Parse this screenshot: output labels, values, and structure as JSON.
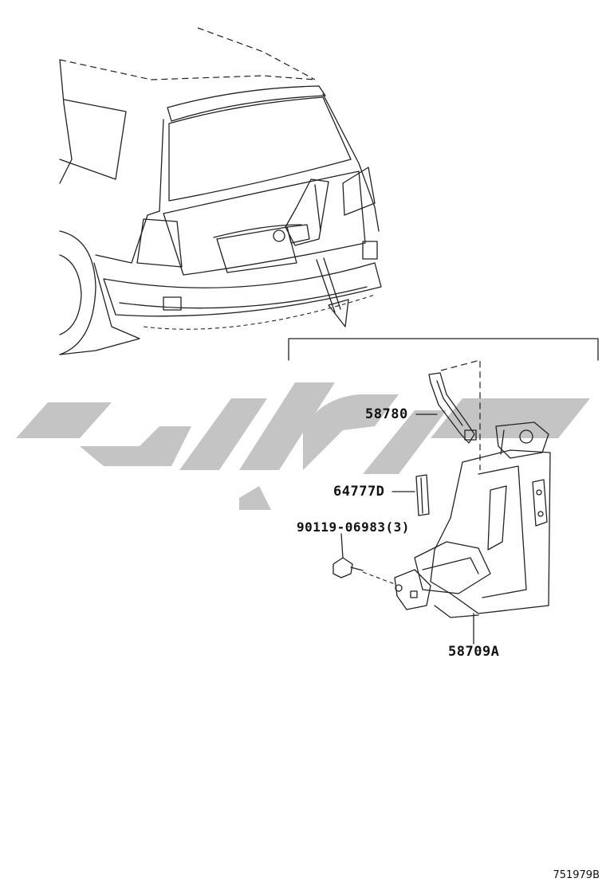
{
  "parts": [
    {
      "id": "p1",
      "label": "58780"
    },
    {
      "id": "p2",
      "label": "64777D"
    },
    {
      "id": "p3",
      "label": "90119-06983(3)"
    },
    {
      "id": "p4",
      "label": "58709A"
    }
  ],
  "figure_id": "751979B"
}
